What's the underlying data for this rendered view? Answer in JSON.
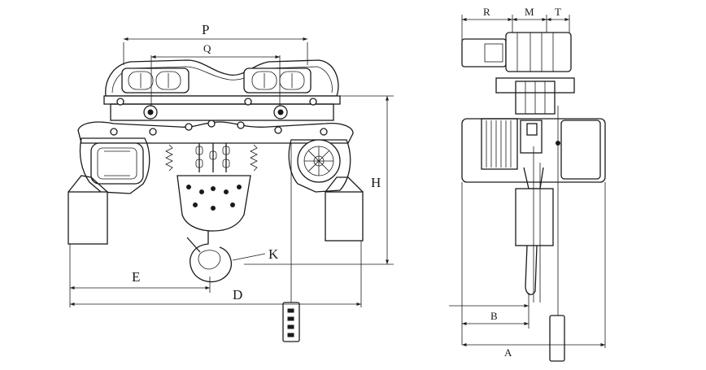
{
  "front_view": {
    "labels": {
      "P": "P",
      "Q": "Q",
      "H": "H",
      "K": "K",
      "E": "E",
      "D": "D"
    }
  },
  "side_view": {
    "labels": {
      "R": "R",
      "M": "M",
      "T": "T",
      "B": "B",
      "A": "A"
    }
  }
}
